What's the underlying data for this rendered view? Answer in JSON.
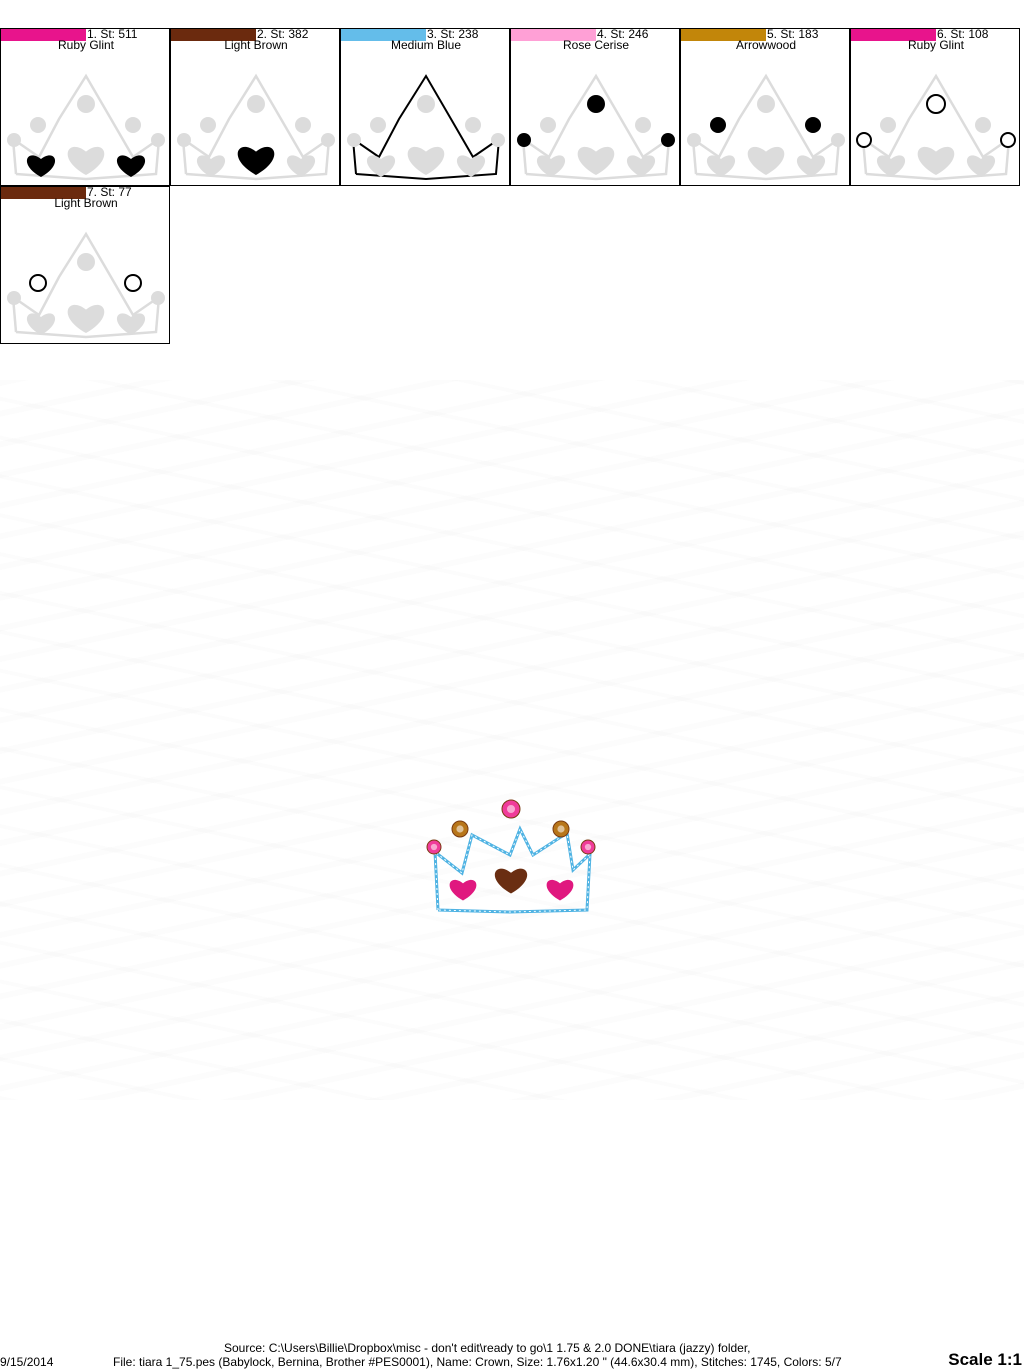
{
  "thread_list": [
    {
      "number": "1",
      "stitches": "511",
      "name": "Ruby Glint",
      "color": "#E8148C",
      "highlight": "side-hearts"
    },
    {
      "number": "2",
      "stitches": "382",
      "name": "Light Brown",
      "color": "#6B2A0E",
      "highlight": "center-heart"
    },
    {
      "number": "3",
      "stitches": "238",
      "name": "Medium Blue",
      "color": "#64BDEA",
      "highlight": "outline"
    },
    {
      "number": "4",
      "stitches": "246",
      "name": "Rose Cerise",
      "color": "#FFA0D6",
      "highlight": "top-and-end-jewels"
    },
    {
      "number": "5",
      "stitches": "183",
      "name": "Arrowwood",
      "color": "#C2860A",
      "highlight": "middle-jewels"
    },
    {
      "number": "6",
      "stitches": "108",
      "name": "Ruby Glint",
      "color": "#E8148C",
      "highlight": "top-and-end-rings"
    },
    {
      "number": "7",
      "stitches": "77",
      "name": "Light Brown",
      "color": "#6B2A0E",
      "highlight": "middle-rings"
    }
  ],
  "labels": {
    "stitch_prefix": "St:"
  },
  "footer": {
    "date": "9/15/2014",
    "source": "Source: C:\\Users\\Billie\\Dropbox\\misc - don't edit\\ready to go\\1 1.75 & 2.0 DONE\\tiara (jazzy) folder,",
    "file": "File: tiara 1_75.pes (Babylock, Bernina, Brother #PES0001), Name: Crown, Size: 1.76x1.20 \" (44.6x30.4 mm), Stitches: 1745, Colors: 5/7",
    "scale": "Scale 1:1"
  },
  "colors": {
    "ghost": "#DCDCDC",
    "fill": "#000000",
    "outline_blue": "#4FB3E3",
    "heart_pink": "#E0187F",
    "heart_brown": "#6A2E12",
    "jewel_pink": "#F03C9A",
    "jewel_gold": "#B8761A"
  }
}
